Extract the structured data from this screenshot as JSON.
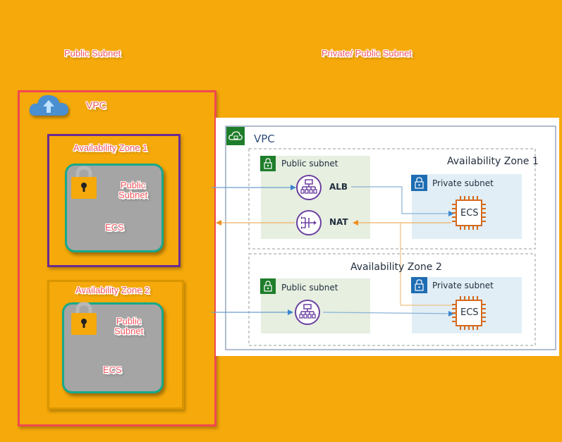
{
  "headers": {
    "left": "Public Subnet",
    "right": "Private/ Public Subnet"
  },
  "left_diagram": {
    "vpc_label": "VPC",
    "zones": [
      {
        "title": "Availability Zone 1",
        "subnet_label_line1": "Public",
        "subnet_label_line2": "Subnet",
        "service": "ECS"
      },
      {
        "title": "Availability Zone 2",
        "subnet_label_line1": "Public",
        "subnet_label_line2": "Subnet",
        "service": "ECS"
      }
    ],
    "colors": {
      "background": "#f5a90a",
      "vpc_border": "#f0494f",
      "az1_border": "#6a2c91",
      "az2_border": "#d99600",
      "card_fill": "#a5a5a5",
      "card_border": "#16a98c",
      "label_text": "#f0575d",
      "cloud": "#4a8fd0"
    }
  },
  "right_diagram": {
    "vpc_label": "VPC",
    "zones": [
      {
        "title": "Availability Zone 1",
        "public_subnet_label": "Public subnet",
        "public_services": [
          "ALB",
          "NAT"
        ],
        "private_subnet_label": "Private subnet",
        "private_service": "ECS"
      },
      {
        "title": "Availability Zone 2",
        "public_subnet_label": "Public subnet",
        "public_services": [
          ""
        ],
        "private_subnet_label": "Private subnet",
        "private_service": "ECS"
      }
    ],
    "colors": {
      "vpc_green": "#1e7d2a",
      "public_fill": "#e6efe0",
      "private_fill": "#e1eef6",
      "private_blue": "#1e6db3",
      "lb_purple": "#6b3fa0",
      "ecs_orange": "#d46a1c",
      "blue_line": "#5b8fc9",
      "orange_line": "#f0a040"
    }
  }
}
